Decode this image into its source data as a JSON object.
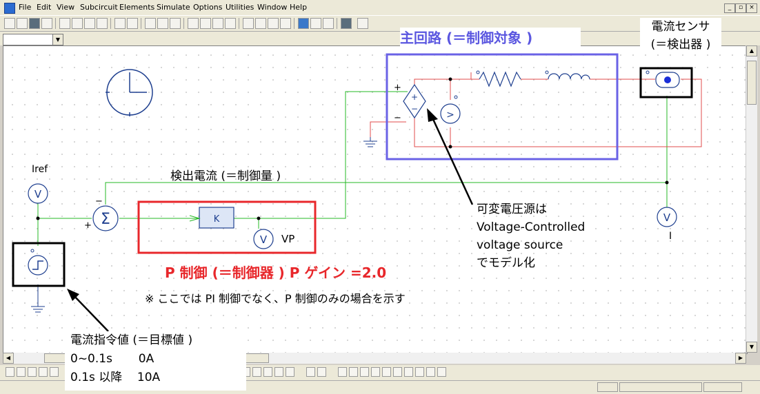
{
  "menu": [
    "File",
    "Edit",
    "View",
    "Subcircuit",
    "Elements",
    "Simulate",
    "Options",
    "Utilities",
    "Window",
    "Help"
  ],
  "mdi_controls": [
    "_",
    "▫",
    "×"
  ],
  "colors": {
    "red_frame": "#e8272b",
    "blue_frame": "#6a62e6",
    "black_frame": "#000000",
    "wire_green": "#25b825",
    "wire_red": "#e24b4b",
    "circuit_dark": "#1e3f8f",
    "blue_title": "#5b57e0",
    "title_red": "#e8272b"
  },
  "labels": {
    "main_circuit_title": "主回路 (＝制御対象 )",
    "sensor_title_1": "電流センサ",
    "sensor_title_2": "(＝検出器 )",
    "feedback_label": "検出電流 (＝制御量 )",
    "iref": "Iref",
    "vp": "VP",
    "i_meter": "I",
    "gain_k": "K",
    "plus": "+",
    "minus": "−",
    "meter_v": "V",
    "sigma": "Σ",
    "p_control_title": "P 制御 (＝制御器 )  P ゲイン =2.0",
    "note_p_only": "※ ここでは PI 制御でなく、P 制御のみの場合を示す",
    "vsrc_note": [
      "可変電圧源は",
      "Voltage-Controlled",
      "voltage source",
      "でモデル化"
    ],
    "ref_note": [
      "電流指令値 (＝目標値 )",
      "0~0.1s       0A",
      "0.1s 以降    10A"
    ]
  }
}
